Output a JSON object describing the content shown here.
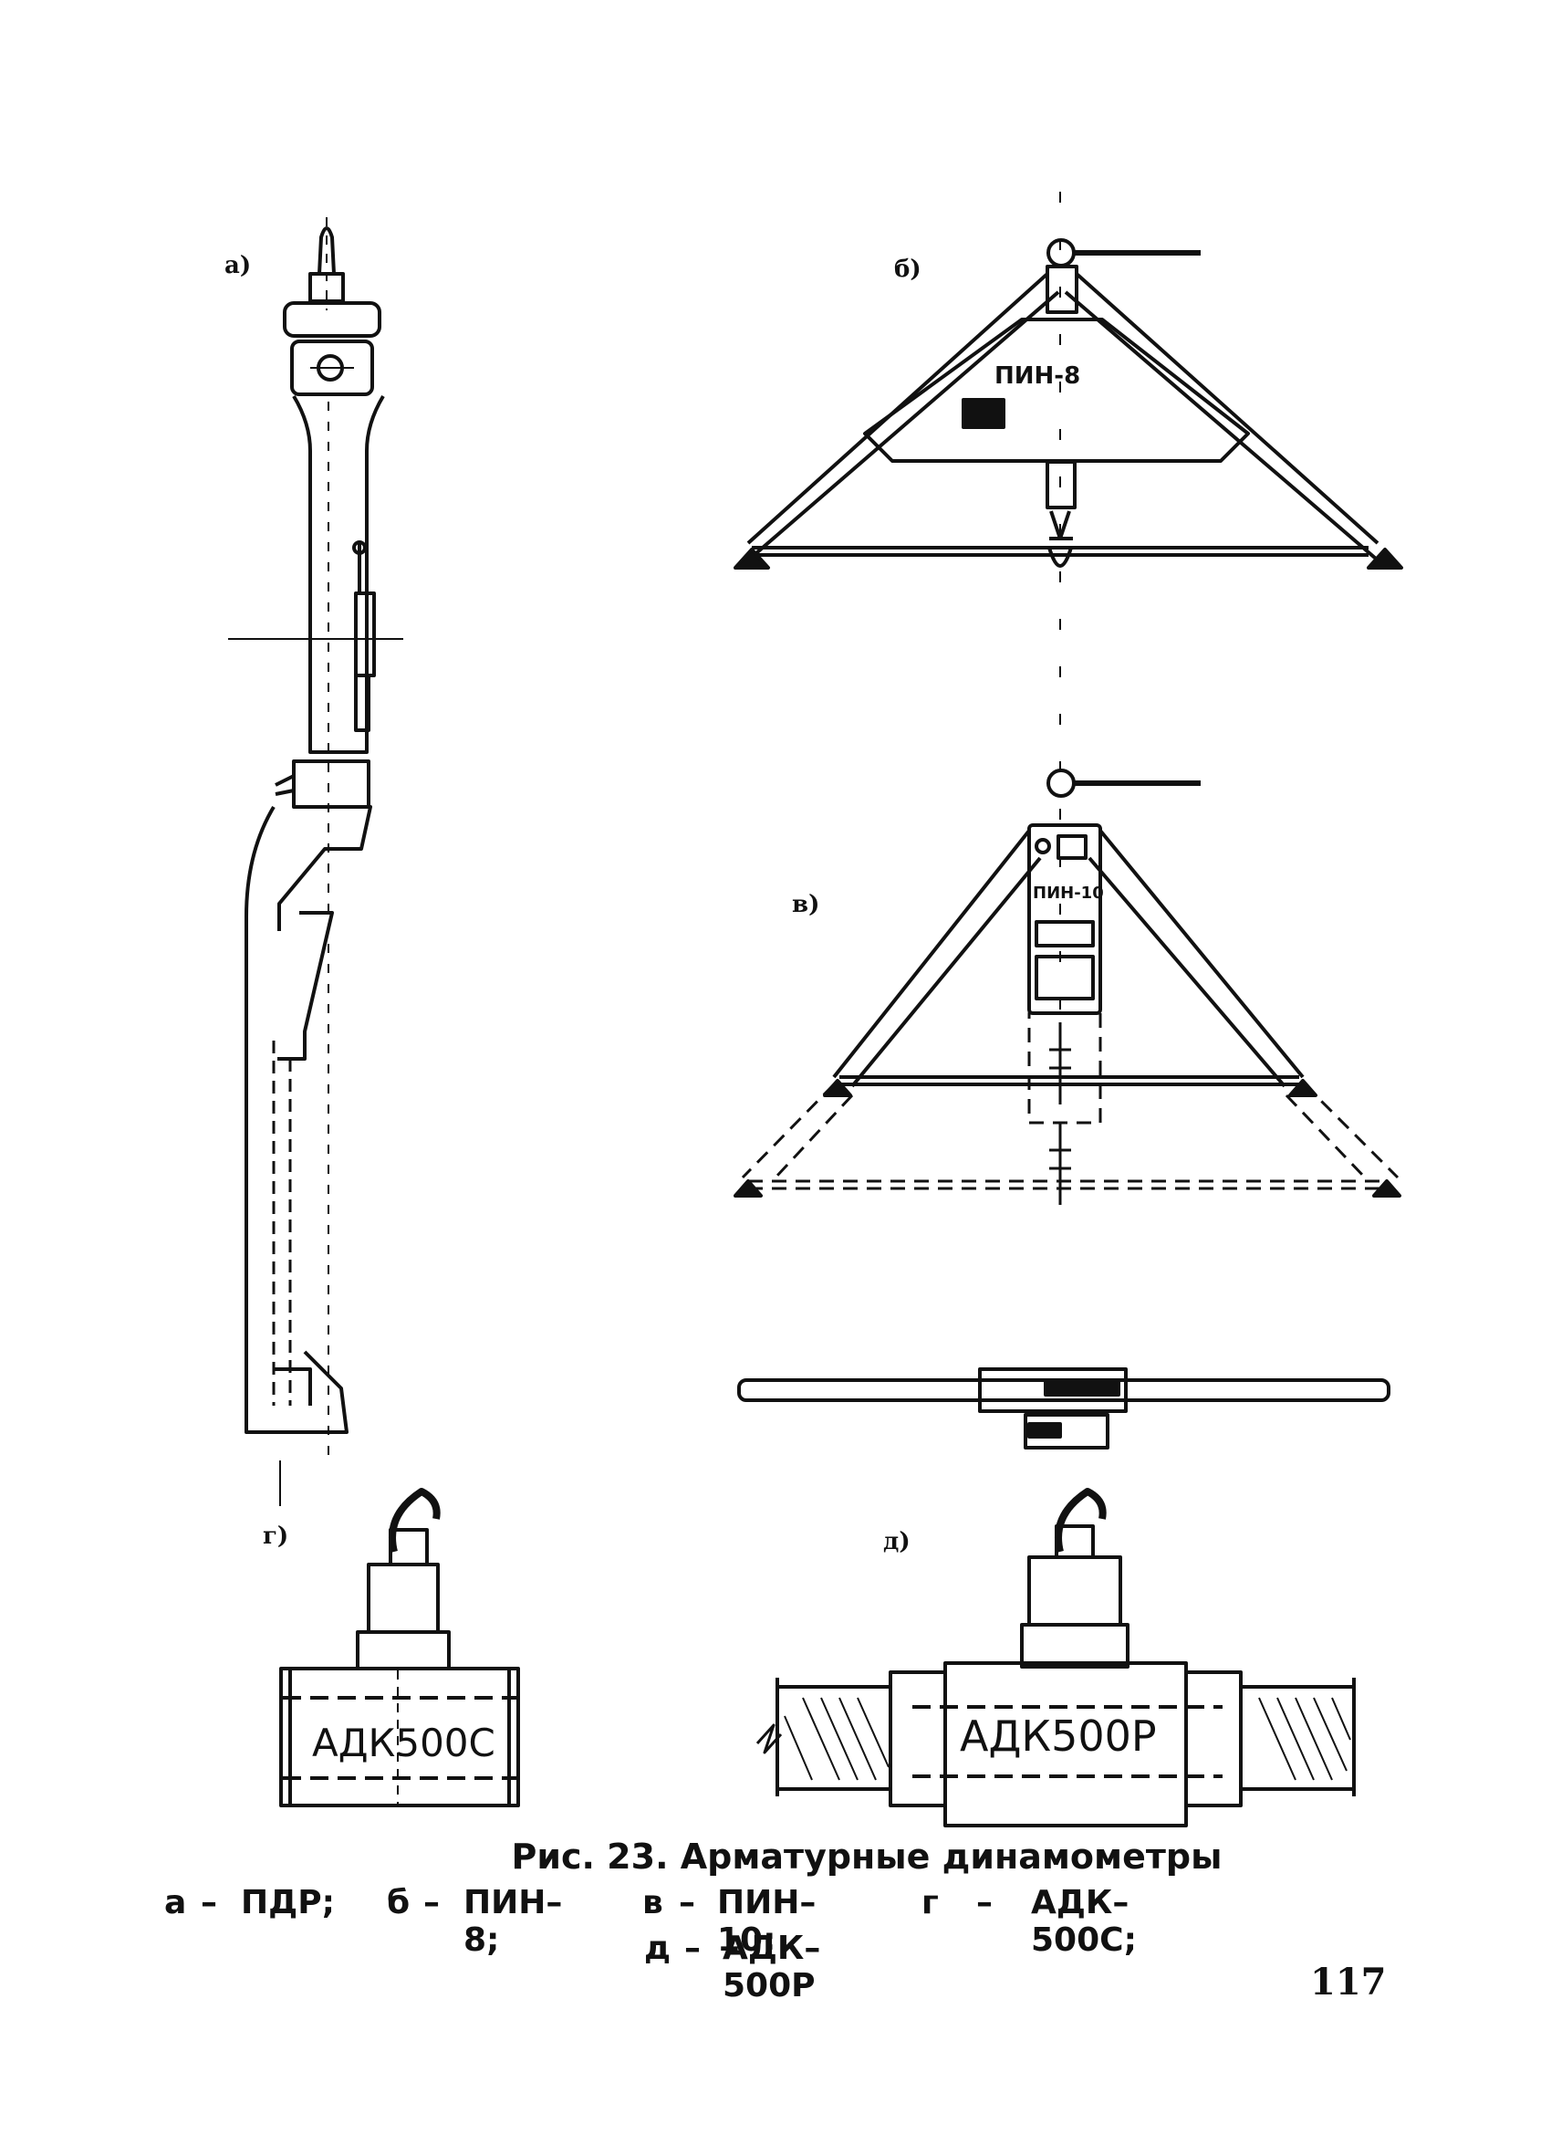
{
  "labels": {
    "a": "а)",
    "b": "б)",
    "v": "в)",
    "g": "г)",
    "d": "д)"
  },
  "device_marks": {
    "pin8": "ПИН-8",
    "pin10": "ПИН-10",
    "adk500c": "АДК500С",
    "adk500p": "АДК500Р"
  },
  "caption": {
    "title": "Рис. 23. Арматурные динамометры",
    "legend": [
      {
        "key": "а",
        "value": "ПДР;"
      },
      {
        "key": "б",
        "value": "ПИН–8;"
      },
      {
        "key": "в",
        "value": "ПИН–10;"
      },
      {
        "key": "г",
        "value": "АДК–500С;"
      },
      {
        "key": "д",
        "value": "АДК–500Р"
      }
    ]
  },
  "page_number": "117"
}
